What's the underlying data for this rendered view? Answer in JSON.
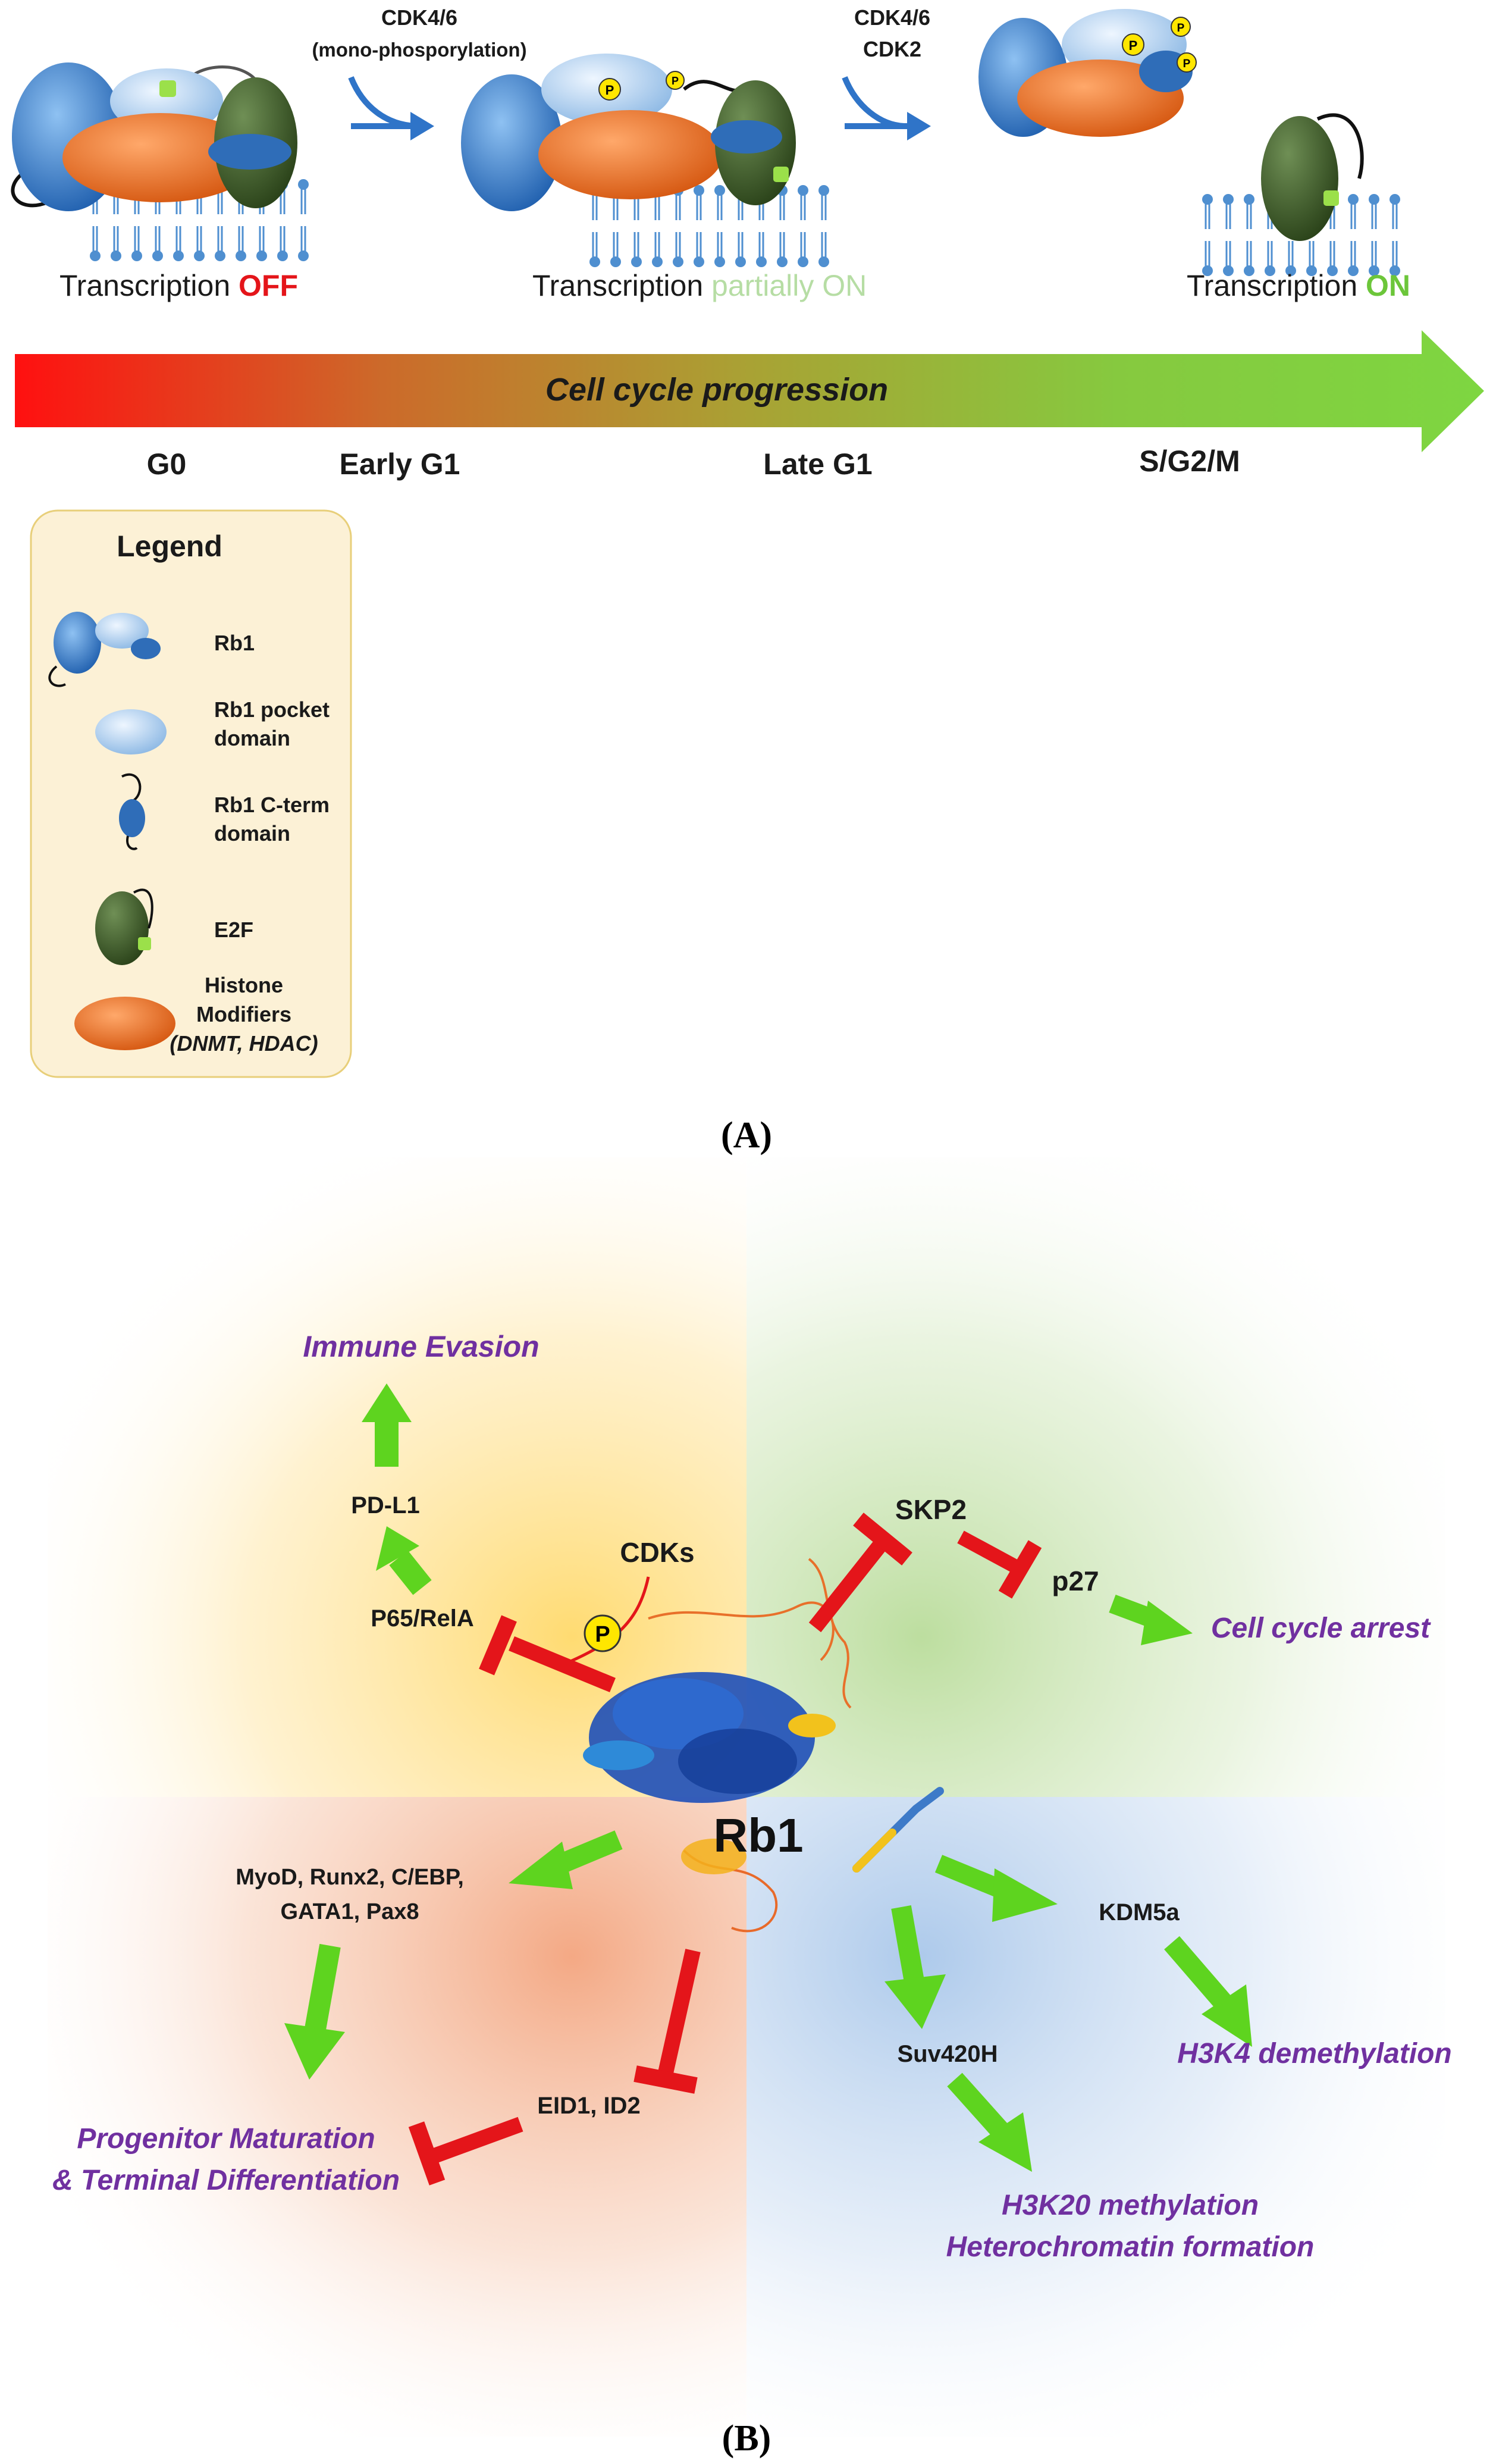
{
  "panel_a": {
    "step1_label": "CDK4/6",
    "step1_sub": "(mono-phosporylation)",
    "step2_label": "CDK4/6",
    "step2_sub": "CDK2",
    "state1_prefix": "Transcription ",
    "state1_status": "OFF",
    "state2_prefix": "Transcription ",
    "state2_status": "partially ON",
    "state3_prefix": "Transcription ",
    "state3_status": "ON",
    "progression_label": "Cell cycle progression",
    "phases": [
      "G0",
      "Early G1",
      "Late G1",
      "S/G2/M"
    ],
    "phospho_mark": "P",
    "legend": {
      "title": "Legend",
      "items": [
        {
          "label_lines": [
            "Rb1"
          ]
        },
        {
          "label_lines": [
            "Rb1 pocket",
            "domain"
          ]
        },
        {
          "label_lines": [
            "Rb1 C-term",
            "domain"
          ]
        },
        {
          "label_lines": [
            "E2F"
          ]
        },
        {
          "label_lines": [
            "Histone",
            "Modifiers",
            "(DNMT, HDAC)"
          ]
        }
      ]
    },
    "panel_label": "(A)"
  },
  "panel_b": {
    "center_label": "Rb1",
    "cdks": "CDKs",
    "p_mark": "P",
    "p65": "P65/RelA",
    "pdl1": "PD-L1",
    "immune_evasion": "Immune Evasion",
    "skp2": "SKP2",
    "p27": "p27",
    "cell_cycle_arrest": "Cell cycle arrest",
    "myod_line1": "MyoD, Runx2, C/EBP,",
    "myod_line2": "GATA1, Pax8",
    "progenitor_line1": "Progenitor Maturation",
    "progenitor_line2": "& Terminal Differentiation",
    "eid1": "EID1, ID2",
    "kdm5a": "KDM5a",
    "h3k4": "H3K4 demethylation",
    "suv420h": "Suv420H",
    "h3k20_line1": "H3K20 methylation",
    "h3k20_line2": "Heterochromatin formation",
    "panel_label": "(B)"
  },
  "colors": {
    "activation": "#5ed41f",
    "inhibition": "#e4151a",
    "purple_text": "#7030a0",
    "rb1_blue": "#2f74c8",
    "histone_orange": "#e96e22",
    "e2f_green": "#3a5a28"
  }
}
